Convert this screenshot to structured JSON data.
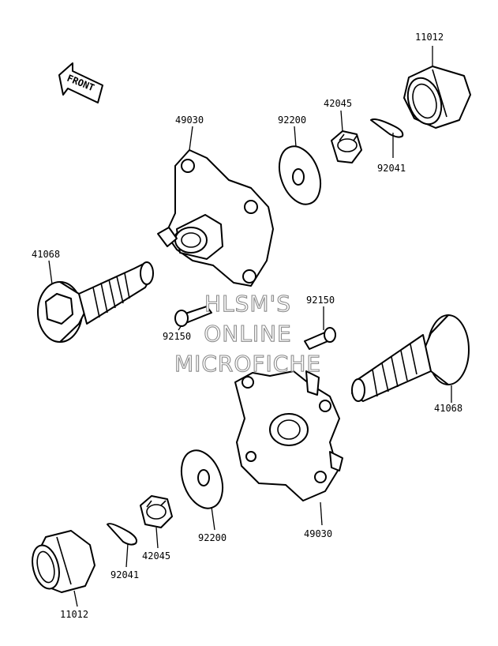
{
  "diagram": {
    "front_label": "FRONT",
    "watermark": [
      "HLSM'S",
      "ONLINE",
      "MICROFICHE"
    ],
    "labels": {
      "p11012_top": "11012",
      "p42045_top": "42045",
      "p92200_top": "92200",
      "p92041_top": "92041",
      "p49030_top": "49030",
      "p41068_left": "41068",
      "p92150_left": "92150",
      "p92150_right": "92150",
      "p41068_right": "41068",
      "p49030_bottom": "49030",
      "p92200_bottom": "92200",
      "p42045_bottom": "42045",
      "p92041_bottom": "92041",
      "p11012_bottom": "11012"
    }
  }
}
